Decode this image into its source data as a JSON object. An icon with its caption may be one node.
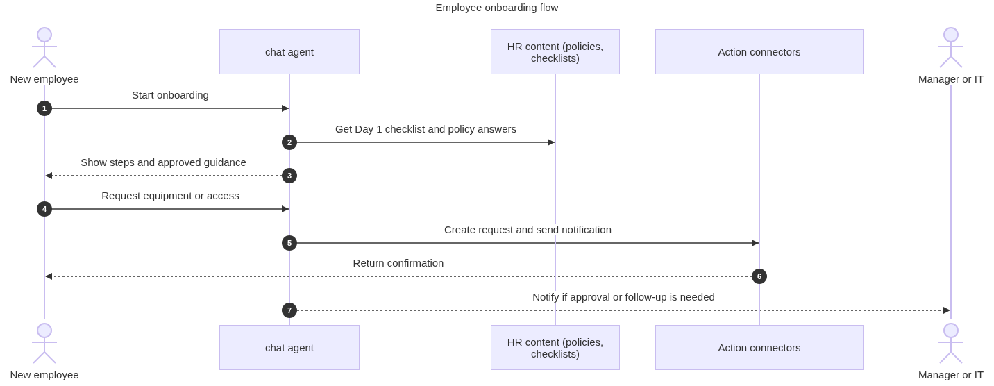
{
  "diagram": {
    "title": "Employee onboarding flow",
    "nodes": [
      {
        "text": [
          "New employee"
        ]
      },
      {
        "text": [
          "chat agent"
        ]
      },
      {
        "text": [
          "HR content (policies, checklists)"
        ]
      },
      {
        "text": [
          "Action connectors"
        ]
      },
      {
        "text": [
          "Manager or IT"
        ]
      },
      {
        "text": [],
        "shape": "bar"
      },
      {
        "text": [],
        "shape": "bar"
      },
      {
        "text": [],
        "shape": "bar"
      },
      {
        "text": [],
        "shape": "bar"
      },
      {
        "text": [],
        "shape": "bar"
      },
      {
        "text": [
          "1"
        ]
      },
      {
        "text": [
          "2"
        ]
      },
      {
        "text": [
          "3"
        ]
      },
      {
        "text": [
          "4"
        ]
      },
      {
        "text": [
          "5"
        ]
      },
      {
        "text": [
          "6"
        ]
      },
      {
        "text": [
          "7"
        ]
      },
      {
        "text": [
          "New employee"
        ]
      },
      {
        "text": [
          "chat agent"
        ]
      },
      {
        "text": [
          "HR content (policies, checklists)"
        ]
      },
      {
        "text": [
          "Action connectors"
        ]
      },
      {
        "text": [
          "Manager or IT"
        ]
      }
    ],
    "edges": [
      {
        "from": 10,
        "to": 6,
        "arrow": "to",
        "label": "Start onboarding"
      },
      {
        "from": 11,
        "to": 7,
        "arrow": "to",
        "label": "Get Day 1 checklist and policy answers"
      },
      {
        "from": 12,
        "to": 5,
        "arrow": "to",
        "label": "Show steps and approved guidance",
        "style": "dashed"
      },
      {
        "from": 13,
        "to": 6,
        "arrow": "to",
        "label": "Request equipment or access"
      },
      {
        "from": 14,
        "to": 8,
        "arrow": "to",
        "label": "Create request and send notification"
      },
      {
        "from": 15,
        "to": 5,
        "arrow": "to",
        "label": "Return confirmation",
        "style": "dashed"
      },
      {
        "from": 16,
        "to": 9,
        "arrow": "to",
        "label": "Notify if approval or follow-up is needed",
        "style": "dashed"
      }
    ]
  }
}
